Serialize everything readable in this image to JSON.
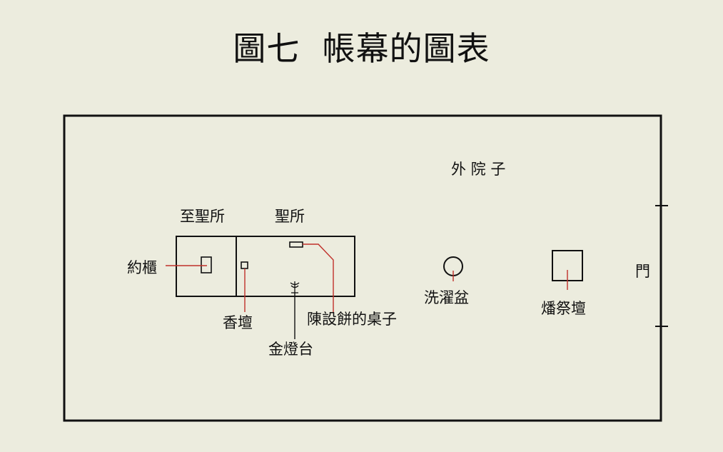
{
  "title": "圖七  帳幕的圖表",
  "labels": {
    "outer_court": "外 院 子",
    "most_holy_place": "至聖所",
    "holy_place": "聖所",
    "ark": "約櫃",
    "incense_altar": "香壇",
    "lampstand": "金燈台",
    "showbread_table": "陳設餅的桌子",
    "laver": "洗濯盆",
    "burnt_offering_altar": "燔祭壇",
    "gate": "門"
  },
  "colors": {
    "background": "#ececde",
    "outline": "#111111",
    "leader_line": "#c0302a"
  }
}
